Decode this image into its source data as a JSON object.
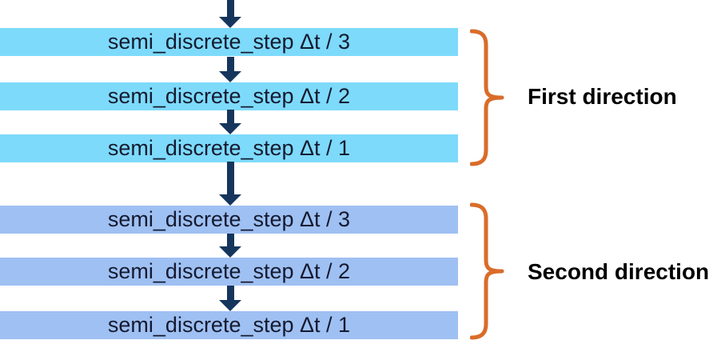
{
  "diagram": {
    "groups": [
      {
        "label": "First direction",
        "box_color": "#7DDAFA",
        "steps": [
          {
            "label": "semi_discrete_step Δt / 3"
          },
          {
            "label": "semi_discrete_step Δt / 2"
          },
          {
            "label": "semi_discrete_step Δt / 1"
          }
        ]
      },
      {
        "label": "Second direction",
        "box_color": "#9FC0F2",
        "steps": [
          {
            "label": "semi_discrete_step Δt / 3"
          },
          {
            "label": "semi_discrete_step Δt / 2"
          },
          {
            "label": "semi_discrete_step Δt / 1"
          }
        ]
      }
    ],
    "colors": {
      "arrow": "#16355D",
      "bracket": "#D96C2A",
      "step_text": "#141A30",
      "label_text": "#000000",
      "background": "#FFFFFF"
    }
  }
}
